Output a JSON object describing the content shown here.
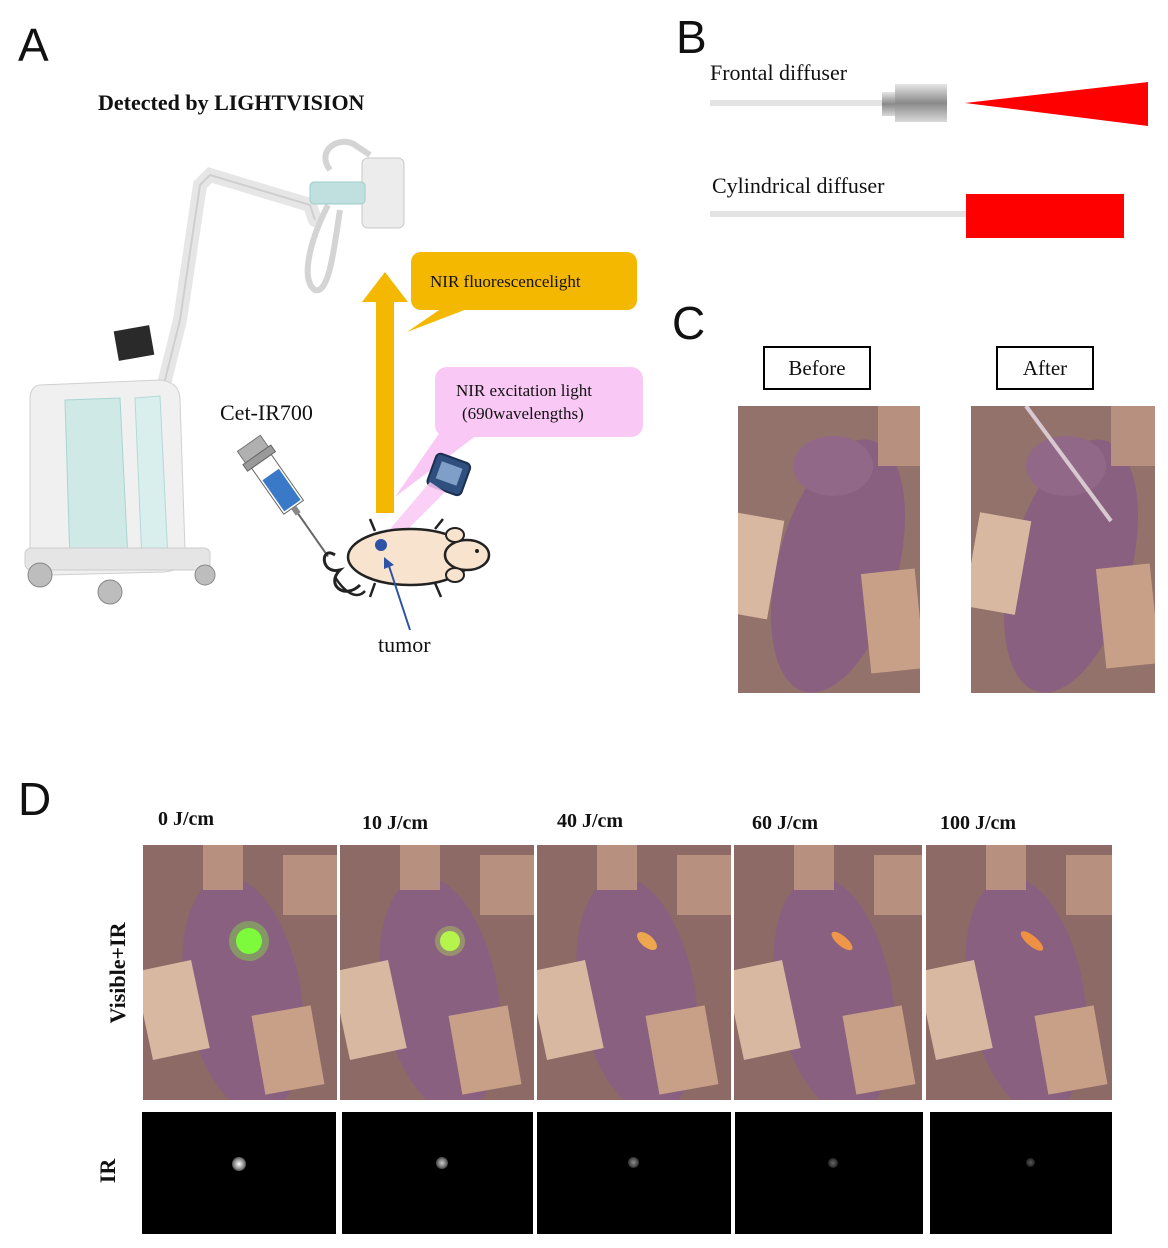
{
  "panels": {
    "A": "A",
    "B": "B",
    "C": "C",
    "D": "D"
  },
  "panelA": {
    "title": "Detected by LIGHTVISION",
    "drug_label": "Cet-IR700",
    "fluorescence_label": "NIR fluorescencelight",
    "excitation_label_line1": "NIR excitation light",
    "excitation_label_line2": "(690wavelengths)",
    "tumor_label": "tumor",
    "colors": {
      "fluorescence_box": "#f5b800",
      "excitation_box": "#f9c8f4",
      "arrow": "#f5b800"
    }
  },
  "panelB": {
    "frontal_label": "Frontal diffuser",
    "cylindrical_label": "Cylindrical diffuser",
    "colors": {
      "light": "#ff0000"
    }
  },
  "panelC": {
    "before_label": "Before",
    "after_label": "After"
  },
  "panelD": {
    "doses": [
      "0 J/cm",
      "10 J/cm",
      "40 J/cm",
      "60 J/cm",
      "100 J/cm"
    ],
    "row_labels": {
      "visible_ir": "Visible+IR",
      "ir": "IR"
    },
    "ir_intensity": [
      1.0,
      0.8,
      0.55,
      0.4,
      0.35
    ]
  }
}
